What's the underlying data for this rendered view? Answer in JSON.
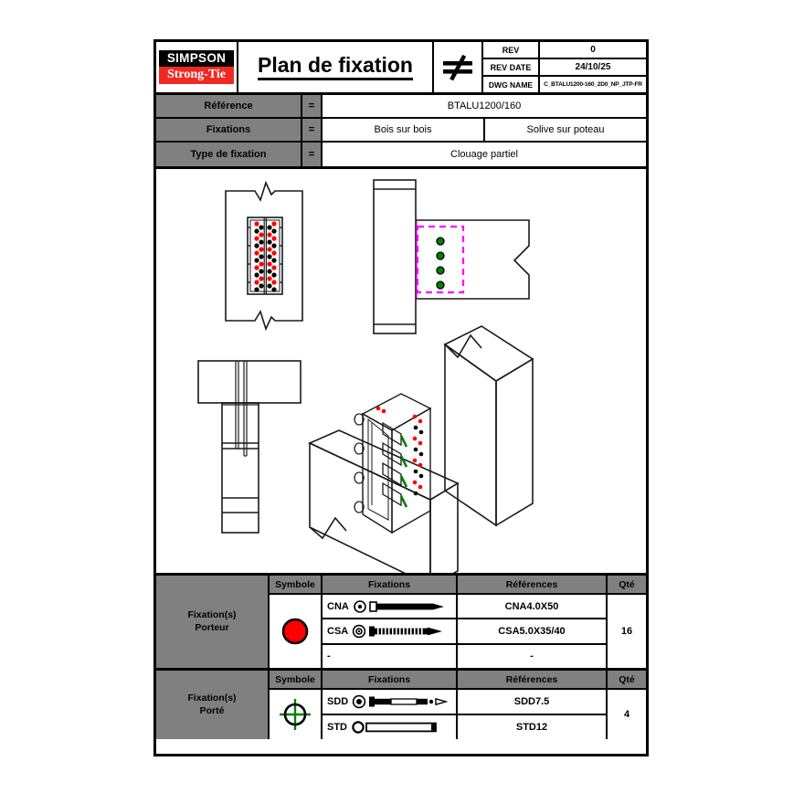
{
  "header": {
    "logo_top": "SIMPSON",
    "logo_bottom": "Strong-Tie",
    "title": "Plan de fixation",
    "not_equal_symbol": "≠",
    "rev_label": "REV",
    "rev_value": "0",
    "rev_date_label": "REV DATE",
    "rev_date_value": "24/10/25",
    "dwg_name_label": "DWG NAME",
    "dwg_name_value": "C_BTALU1200-160_2D0_NP_JTP-FR"
  },
  "specs": [
    {
      "label": "Référence",
      "eq": "=",
      "values": [
        "BTALU1200/160"
      ]
    },
    {
      "label": "Fixations",
      "eq": "=",
      "values": [
        "Bois sur bois",
        "Solive sur poteau"
      ]
    },
    {
      "label": "Type de fixation",
      "eq": "=",
      "values": [
        "Clouage partiel"
      ]
    }
  ],
  "tables": [
    {
      "title_line1": "Fixation(s)",
      "title_line2": "Porteur",
      "symbol": "red-filled-circle",
      "symbol_color": "#ff0000",
      "columns": {
        "symbole": "Symbole",
        "fixations": "Fixations",
        "references": "Références",
        "qte": "Qté"
      },
      "qty": "16",
      "rows": [
        {
          "code": "CNA",
          "icon": "nail-icon",
          "reference": "CNA4.0X50"
        },
        {
          "code": "CSA",
          "icon": "screw-icon",
          "reference": "CSA5.0X35/40"
        },
        {
          "code": "-",
          "icon": "none",
          "reference": "-"
        }
      ]
    },
    {
      "title_line1": "Fixation(s)",
      "title_line2": "Porté",
      "symbol": "green-crosshair-circle",
      "symbol_color": "#008000",
      "columns": {
        "symbole": "Symbole",
        "fixations": "Fixations",
        "references": "Références",
        "qte": "Qté"
      },
      "qty": "4",
      "rows": [
        {
          "code": "SDD",
          "icon": "dowel-screw-icon",
          "reference": "SDD7.5"
        },
        {
          "code": "STD",
          "icon": "rod-icon",
          "reference": "STD12"
        }
      ]
    }
  ],
  "drawing": {
    "views": [
      {
        "name": "front-elevation-view",
        "fastener_dot_colors": [
          "#ff0000",
          "#000000"
        ],
        "dot_rows": 9,
        "dot_columns": 4
      },
      {
        "name": "side-section-view",
        "highlight_box_color": "#ff00ff",
        "green_fastener_count": 4,
        "green_color": "#008000"
      },
      {
        "name": "top-plan-view"
      },
      {
        "name": "isometric-3d-view",
        "red_color": "#ff0000",
        "green_color": "#008000"
      }
    ]
  },
  "colors": {
    "brand_red": "#ee2a24",
    "header_gray": "#808080",
    "outline": "#000000",
    "magenta": "#ff00ff",
    "green": "#008000",
    "fastener_red": "#ff0000"
  }
}
